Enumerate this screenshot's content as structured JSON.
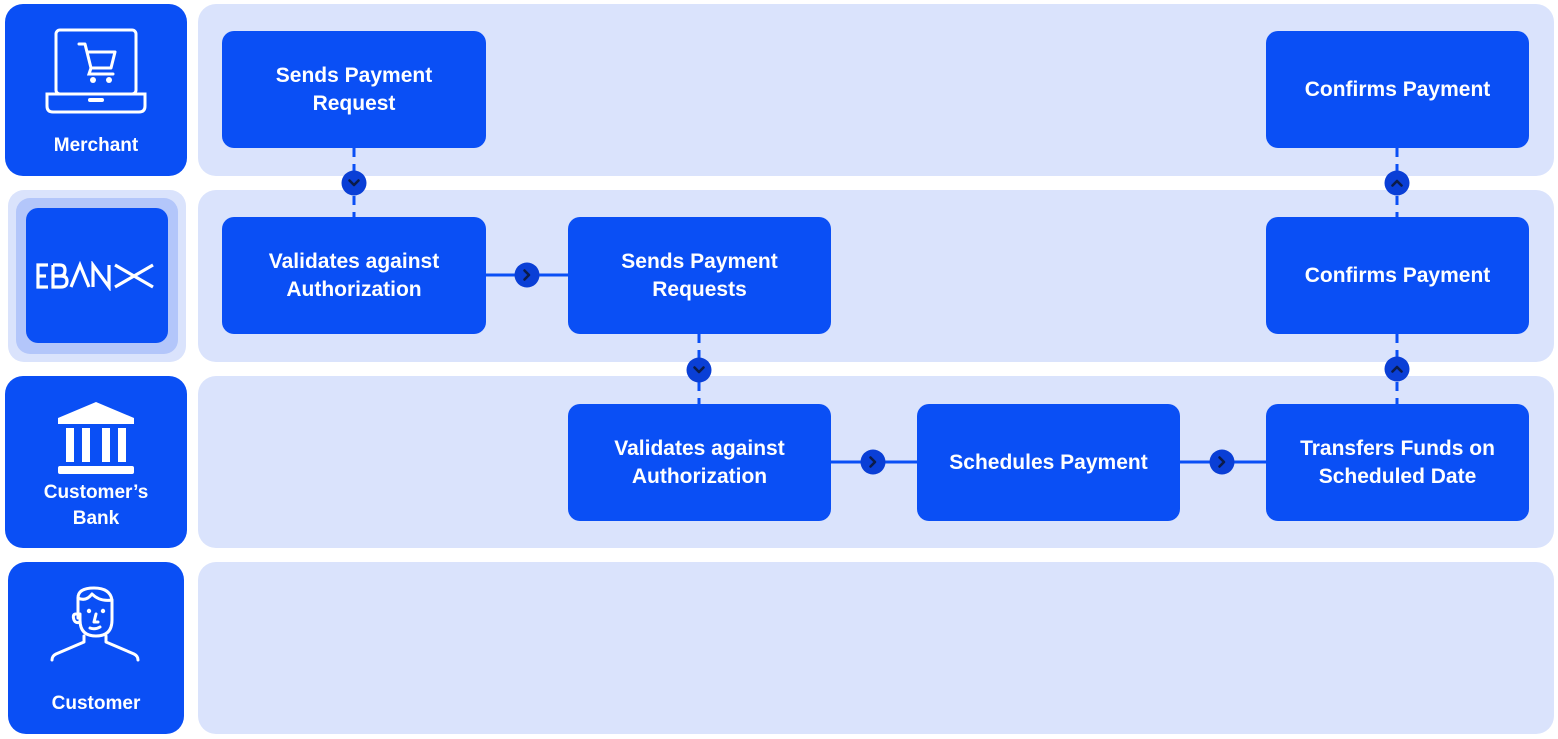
{
  "lanes": {
    "merchant": {
      "label": "Merchant",
      "icon": "laptop-cart-icon"
    },
    "ebanx": {
      "label": "EBANX",
      "icon": "ebanx-logo"
    },
    "bank": {
      "label_line1": "Customer’s",
      "label_line2": "Bank",
      "icon": "bank-building-icon"
    },
    "customer": {
      "label": "Customer",
      "icon": "person-icon"
    }
  },
  "steps": {
    "merchant_send": {
      "line1": "Sends Payment",
      "line2": "Request"
    },
    "merchant_confirm": {
      "line1": "Confirms Payment"
    },
    "ebanx_validate": {
      "line1": "Validates against",
      "line2": "Authorization"
    },
    "ebanx_send": {
      "line1": "Sends Payment",
      "line2": "Requests"
    },
    "ebanx_confirm": {
      "line1": "Confirms Payment"
    },
    "bank_validate": {
      "line1": "Validates against",
      "line2": "Authorization"
    },
    "bank_schedule": {
      "line1": "Schedules Payment"
    },
    "bank_transfer": {
      "line1": "Transfers Funds on",
      "line2": "Scheduled Date"
    }
  },
  "colors": {
    "primary": "#0a4ff5",
    "lane_background": "#dae3fc",
    "connector_knob": "#0a3fd6",
    "arrow": "#0b1b4a"
  }
}
